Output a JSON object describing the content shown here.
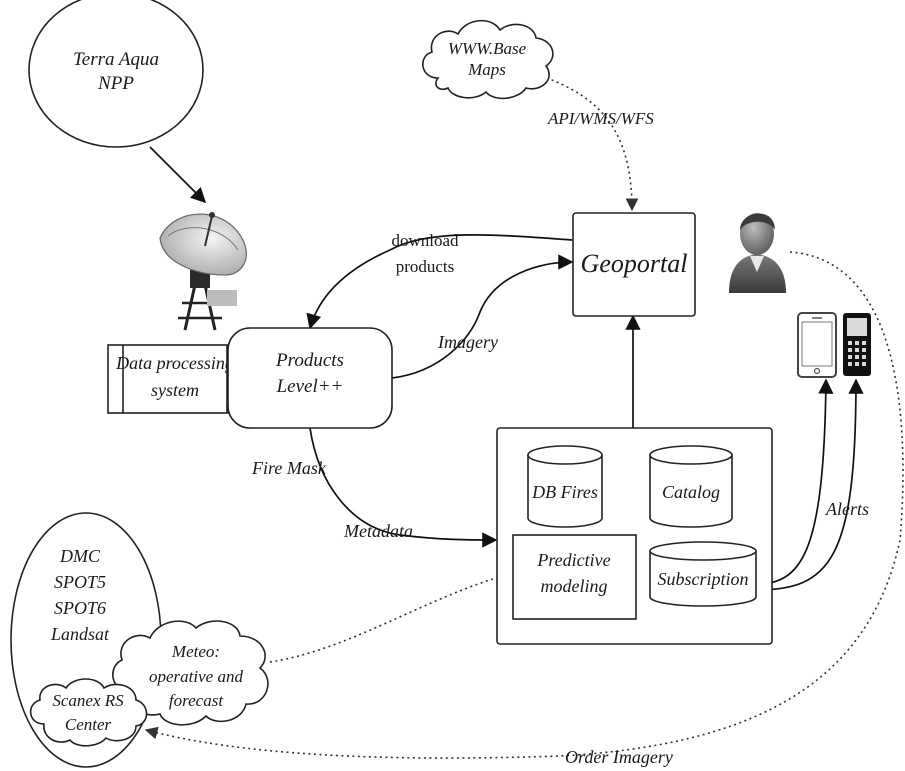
{
  "nodes": {
    "satellites": [
      "Terra Aqua",
      "NPP"
    ],
    "base_maps": [
      "WWW.Base",
      "Maps"
    ],
    "geoportal": "Geoportal",
    "data_processing": [
      "Data processing",
      "system"
    ],
    "products": [
      "Products",
      "Level++"
    ],
    "db_fires": "DB Fires",
    "catalog": "Catalog",
    "predictive_modeling": [
      "Predictive",
      "modeling"
    ],
    "subscription": "Subscription",
    "external_sources": [
      "DMC",
      "SPOT5",
      "SPOT6",
      "Landsat"
    ],
    "meteo": [
      "Meteo:",
      "operative and",
      "forecast"
    ],
    "scanex": [
      "Scanex RS",
      "Center"
    ]
  },
  "edge_labels": {
    "api": "API/WMS/WFS",
    "download": [
      "download",
      "products"
    ],
    "imagery": "Imagery",
    "fire_mask": "Fire Mask",
    "metadata": "Metadata",
    "alerts": "Alerts",
    "order_imagery": "Order Imagery"
  },
  "icons": {
    "antenna": "satellite-dish-icon",
    "user": "user-icon",
    "phone_white": "smartphone-icon",
    "phone_black": "mobile-phone-icon"
  },
  "colors": {
    "line": "#111111",
    "phone_dark": "#111111",
    "user_gray": "#6e6e6e"
  }
}
